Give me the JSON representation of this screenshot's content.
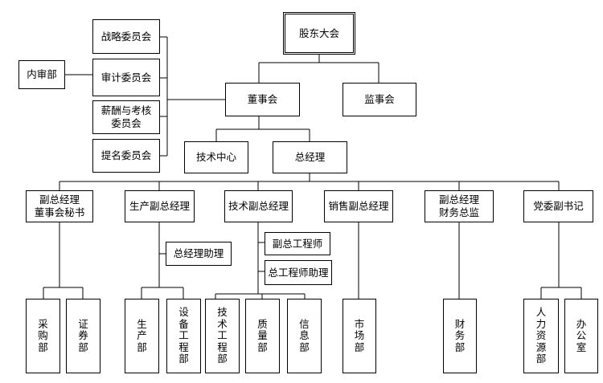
{
  "nodes": {
    "shareholders": "股东大会",
    "board": "董事会",
    "supervisory": "监事会",
    "strategy": "战略委员会",
    "audit_committee": "审计委员会",
    "remuneration": "薪酬与考核\n委员会",
    "nomination": "提名委员会",
    "internal_audit": "内审部",
    "tech_center": "技术中心",
    "gm": "总经理",
    "vp_board_secretary": "副总经理\n董事会秘书",
    "vp_production": "生产副总经理",
    "vp_technology": "技术副总经理",
    "vp_sales": "销售副总经理",
    "vp_cfo": "副总经理\n财务总监",
    "party_deputy_secretary": "党委副书记",
    "gm_assistant": "总经理助理",
    "deputy_chief_engineer": "副总工程师",
    "chief_engineer_assistant": "总工程师助理",
    "purchasing": "采购部",
    "securities": "证券部",
    "production": "生产部",
    "equipment_engineering": "设备工程部",
    "technical_engineering": "技术工程部",
    "quality": "质量部",
    "information": "信息部",
    "market": "市场部",
    "finance": "财务部",
    "hr": "人力资源部",
    "office": "办公室"
  }
}
